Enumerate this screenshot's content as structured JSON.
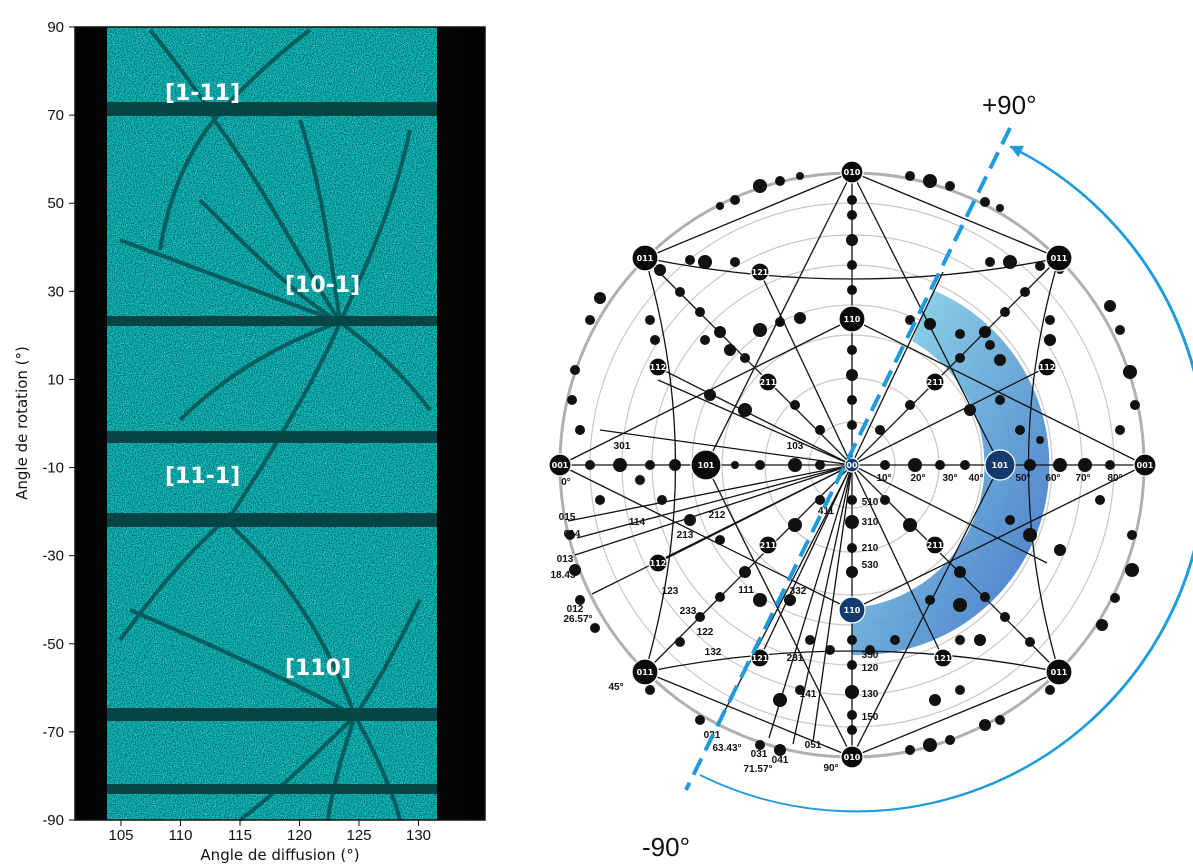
{
  "left_plot": {
    "ylabel": "Angle de rotation (°)",
    "xlabel": "Angle de diffusion (°)",
    "y_ticks": [
      "90",
      "70",
      "50",
      "30",
      "10",
      "-10",
      "-30",
      "-50",
      "-70",
      "-90"
    ],
    "x_ticks": [
      "105",
      "110",
      "115",
      "120",
      "125",
      "130"
    ],
    "zone_labels": [
      "[1-11]",
      "[10-1]",
      "[11-1]",
      "[110]"
    ],
    "colors": {
      "background": "#0a0a0a",
      "signal": "#12d6d6",
      "bands": "#063a3a"
    }
  },
  "stereogram": {
    "node_labels": [
      "010",
      "011",
      "121",
      "011",
      "110",
      "112",
      "211",
      "211",
      "112",
      "001",
      "101",
      "00",
      "101",
      "001",
      "211",
      "211",
      "112",
      "110",
      "121",
      "121",
      "011",
      "011",
      "010"
    ],
    "index_labels": [
      "301",
      "103",
      "015",
      "014",
      "114",
      "212",
      "213",
      "013",
      "123",
      "233",
      "111",
      "012",
      "122",
      "132",
      "231",
      "332",
      "141",
      "021",
      "031",
      "041",
      "051",
      "510",
      "310",
      "210",
      "530",
      "350",
      "120",
      "130",
      "150",
      "411"
    ],
    "angle_labels": [
      "18.43°",
      "26.57°",
      "63.43°",
      "71.57°",
      "0°",
      "45°",
      "90°",
      "10°",
      "20°",
      "30°",
      "40°",
      "50°",
      "60°",
      "70°",
      "80°"
    ],
    "rotation_labels": {
      "plus": "+90°",
      "minus": "-90°"
    },
    "colors": {
      "dash": "#1e9bdc",
      "arrow": "#1e9bdc",
      "band_start": "#7fd6e6",
      "band_end": "#2f6fc6"
    }
  }
}
